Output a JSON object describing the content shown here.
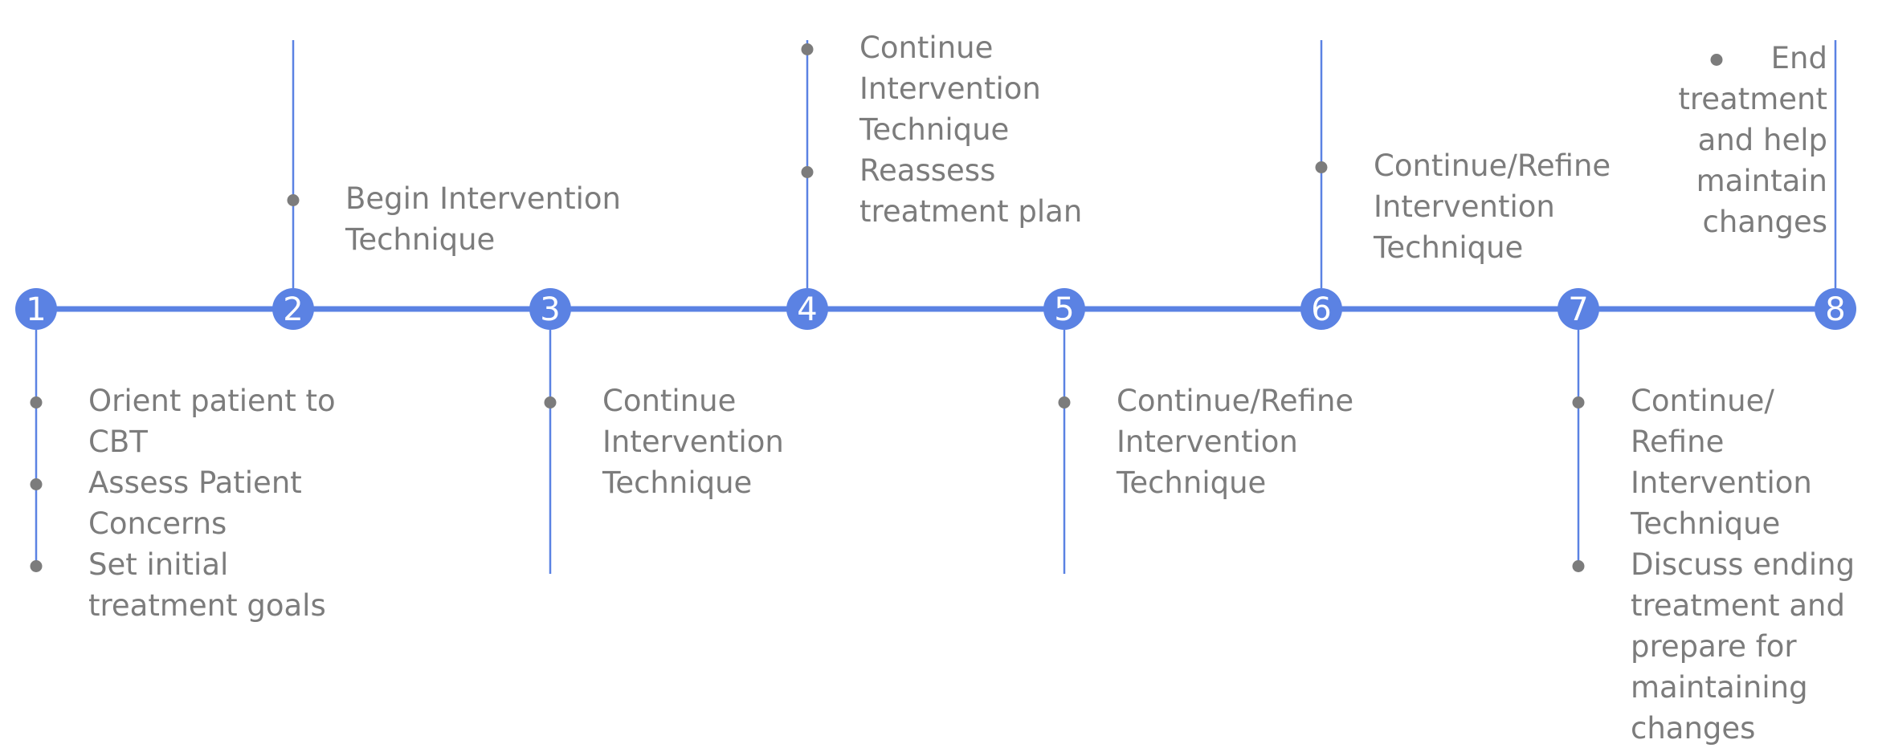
{
  "colors": {
    "accent": "#5b82e3",
    "text": "#7c7c7c",
    "bullet": "#7c7c7c",
    "background": "#ffffff"
  },
  "steps": [
    {
      "number": "1",
      "side": "below",
      "items": [
        [
          "Orient patient to",
          "CBT"
        ],
        [
          "Assess Patient",
          "Concerns"
        ],
        [
          "Set initial",
          "treatment goals"
        ]
      ]
    },
    {
      "number": "2",
      "side": "above",
      "items": [
        [
          "Begin Intervention",
          "Technique"
        ]
      ]
    },
    {
      "number": "3",
      "side": "below",
      "items": [
        [
          "Continue",
          "Intervention",
          "Technique"
        ]
      ]
    },
    {
      "number": "4",
      "side": "above",
      "items": [
        [
          "Continue",
          "Intervention",
          "Technique"
        ],
        [
          "Reassess",
          "treatment plan"
        ]
      ]
    },
    {
      "number": "5",
      "side": "below",
      "items": [
        [
          "Continue/Refine",
          "Intervention",
          "Technique"
        ]
      ]
    },
    {
      "number": "6",
      "side": "above",
      "items": [
        [
          "Continue/Refine",
          "Intervention",
          "Technique"
        ]
      ]
    },
    {
      "number": "7",
      "side": "below",
      "items": [
        [
          "Continue/",
          "Refine",
          "Intervention",
          "Technique"
        ],
        [
          "Discuss ending",
          "treatment and",
          "prepare for",
          "maintaining",
          "changes"
        ]
      ]
    },
    {
      "number": "8",
      "side": "above",
      "items": [
        [
          "End",
          "treatment",
          "and help",
          "maintain",
          "changes"
        ]
      ]
    }
  ]
}
